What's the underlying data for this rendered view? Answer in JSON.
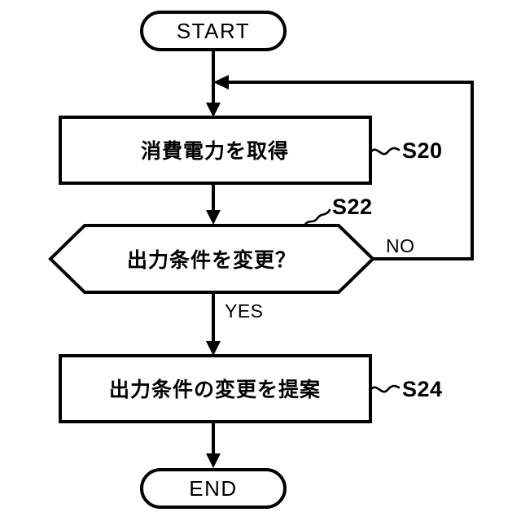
{
  "diagram": {
    "type": "flowchart",
    "orientation": "top-to-bottom",
    "background_color": "#ffffff",
    "line_color": "#000000",
    "nodes": {
      "start": {
        "label": "START",
        "shape": "terminator"
      },
      "step_s20": {
        "label": "消費電力を取得",
        "shape": "process",
        "step_id": "S20"
      },
      "decision_s22": {
        "label": "出力条件を変更？",
        "shape": "hexagon-decision",
        "step_id": "S22"
      },
      "step_s24": {
        "label": "出力条件の変更を提案",
        "shape": "process",
        "step_id": "S24"
      },
      "end": {
        "label": "END",
        "shape": "terminator"
      }
    },
    "branches": {
      "yes": "YES",
      "no": "NO"
    }
  }
}
